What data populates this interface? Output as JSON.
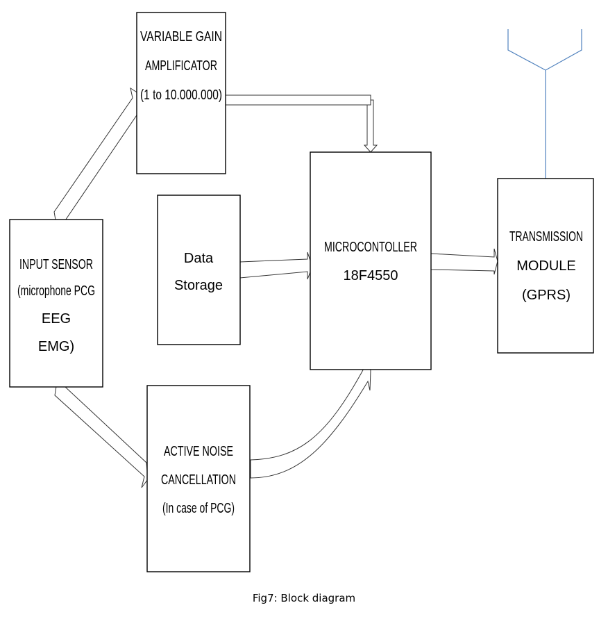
{
  "diagram": {
    "blocks": {
      "vga": {
        "lines": [
          "VARIABLE GAIN",
          "AMPLIFICATOR",
          "(1 to 10.000.000)"
        ]
      },
      "input": {
        "lines": [
          "INPUT SENSOR",
          "(microphone PCG",
          "EEG",
          "EMG)"
        ]
      },
      "storage": {
        "lines": [
          "Data",
          "Storage"
        ]
      },
      "mcu": {
        "lines": [
          "MICROCONTOLLER",
          "18F4550"
        ]
      },
      "tx": {
        "lines": [
          "TRANSMISSION",
          "MODULE",
          "(GPRS)"
        ]
      },
      "anc": {
        "lines": [
          "ACTIVE NOISE",
          "CANCELLATION",
          "(In case of PCG)"
        ]
      }
    },
    "connections": [
      {
        "from": "INPUT SENSOR",
        "to": "VARIABLE GAIN AMPLIFICATOR"
      },
      {
        "from": "INPUT SENSOR",
        "to": "ACTIVE NOISE CANCELLATION"
      },
      {
        "from": "VARIABLE GAIN AMPLIFICATOR",
        "to": "MICROCONTOLLER"
      },
      {
        "from": "Data Storage",
        "to": "MICROCONTOLLER"
      },
      {
        "from": "ACTIVE NOISE CANCELLATION",
        "to": "MICROCONTOLLER"
      },
      {
        "from": "MICROCONTOLLER",
        "to": "TRANSMISSION MODULE"
      }
    ],
    "antenna_color": "#4f81bd",
    "caption": "Fig7: Block diagram"
  }
}
